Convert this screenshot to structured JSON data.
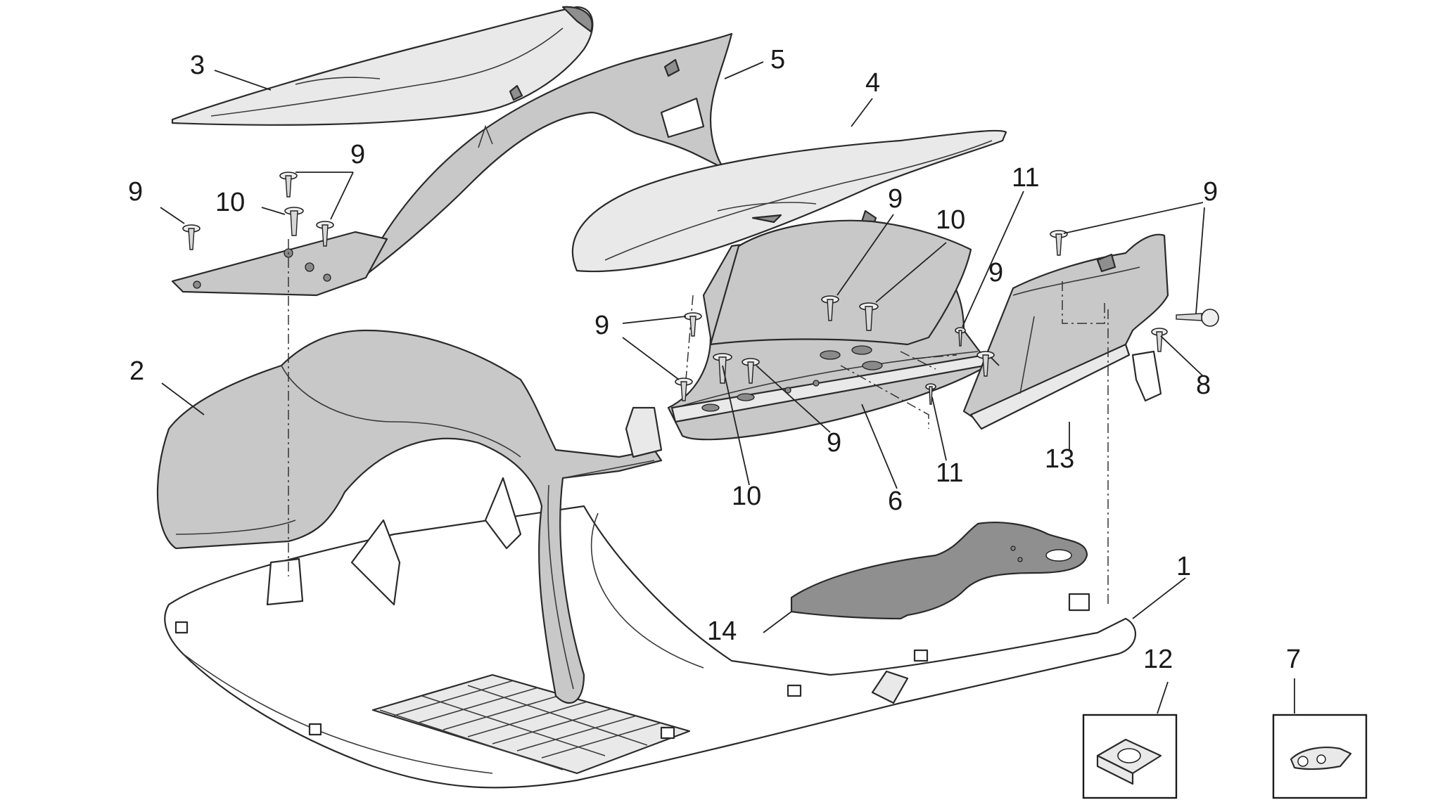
{
  "diagram": {
    "labels": {
      "l1": "1",
      "l2": "2",
      "l3": "3",
      "l4": "4",
      "l5": "5",
      "l6": "6",
      "l7": "7",
      "l8": "8",
      "l9a": "9",
      "l9b": "9",
      "l9c": "9",
      "l9d": "9",
      "l9e": "9",
      "l9f": "9",
      "l9g": "9",
      "l10a": "10",
      "l10b": "10",
      "l10c": "10",
      "l11a": "11",
      "l11b": "11",
      "l12": "12",
      "l13": "13",
      "l14": "14"
    }
  }
}
